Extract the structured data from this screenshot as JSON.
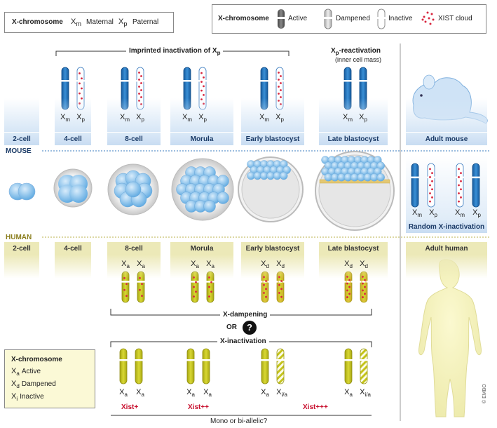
{
  "legend_top_left": {
    "title": "X-chromosome",
    "maternal_sym": "X",
    "maternal_sub": "m",
    "maternal_label": "Maternal",
    "paternal_sym": "X",
    "paternal_sub": "p",
    "paternal_label": "Paternal"
  },
  "legend_top_right": {
    "title": "X-chromosome",
    "active": "Active",
    "dampened": "Dampened",
    "inactive": "Inactive",
    "xist": "XIST cloud"
  },
  "mouse": {
    "imprinted_bracket": "Imprinted inactivation of X",
    "imprinted_sub": "p",
    "reactivation_title": "X",
    "reactivation_sub": "p",
    "reactivation_suffix": "-reactivation",
    "reactivation_note": "(inner cell mass)",
    "section_label": "MOUSE",
    "stages": [
      "2-cell",
      "4-cell",
      "8-cell",
      "Morula",
      "Early blastocyst",
      "Late blastocyst",
      "Adult mouse"
    ],
    "random_label": "Random X-inactivation",
    "chrom_labels": {
      "xm": "X",
      "xm_sub": "m",
      "xp": "X",
      "xp_sub": "p"
    }
  },
  "human": {
    "section_label": "HUMAN",
    "stages": [
      "2-cell",
      "4-cell",
      "8-cell",
      "Morula",
      "Early blastocyst",
      "Late blastocyst",
      "Adult human"
    ],
    "xa": "X",
    "xa_sub": "a",
    "xd": "X",
    "xd_sub": "d",
    "dampening_label": "X-dampening",
    "or_label": "OR",
    "question": "?",
    "inactivation_label": "X-inactivation",
    "xia_sub": "i/a",
    "xist": [
      "Xist+",
      "Xist++",
      "Xist+++"
    ],
    "bottom_note": "Mono or bi-allelic?"
  },
  "legend_bottom_left": {
    "title": "X-chromosome",
    "active_sym": "X",
    "active_sub": "a",
    "active_label": "Active",
    "dampened_sym": "X",
    "dampened_sub": "d",
    "dampened_label": "Dampened",
    "inactive_sym": "X",
    "inactive_sub": "i",
    "inactive_label": "Inactive"
  },
  "credit": "© EMBO",
  "colors": {
    "mouse_active": "#1f6fb8",
    "human_active": "#c4c31c",
    "xist": "#d8263e",
    "mouse_band": "#dbe9f7",
    "human_band": "#ece9b8"
  }
}
